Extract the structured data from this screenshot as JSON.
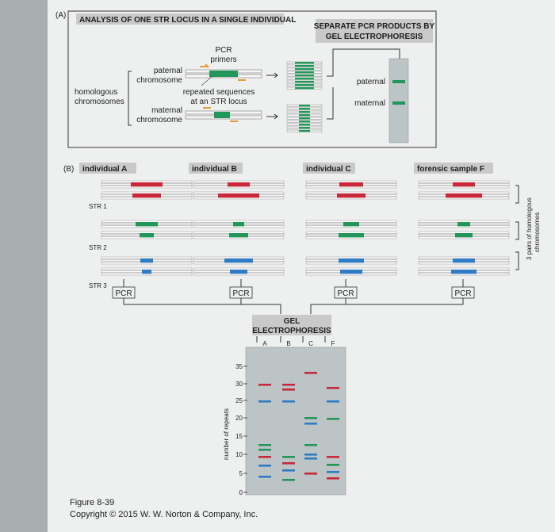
{
  "panel_a": {
    "label": "(A)",
    "title": "ANALYSIS OF ONE STR LOCUS IN A SINGLE INDIVIDUAL",
    "gel_title_1": "SEPARATE PCR PRODUCTS BY",
    "gel_title_2": "GEL ELECTROPHORESIS",
    "pcr_primers_1": "PCR",
    "pcr_primers_2": "primers",
    "paternal_chromosome_1": "paternal",
    "paternal_chromosome_2": "chromosome",
    "homologous_1": "homologous",
    "homologous_2": "chromosomes",
    "repeated_1": "repeated sequences",
    "repeated_2": "at an STR locus",
    "maternal_chromosome_1": "maternal",
    "maternal_chromosome_2": "chromosome",
    "paternal_band": "paternal",
    "maternal_band": "maternal"
  },
  "panel_b": {
    "label": "(B)",
    "columns": [
      "individual A",
      "individual B",
      "individual C",
      "forensic sample F"
    ],
    "str_labels": [
      "STR 1",
      "STR 2",
      "STR 3"
    ],
    "pcr_label": "PCR",
    "side_label_1": "3 pairs of homologous",
    "side_label_2": "chromosomes",
    "gel_label_1": "GEL",
    "gel_label_2": "ELECTROPHORESIS",
    "lane_labels": [
      "A",
      "B",
      "C",
      "F"
    ],
    "axis_label": "number of repeats",
    "axis_ticks": [
      "35",
      "30",
      "25",
      "20",
      "15",
      "10",
      "5",
      "0"
    ]
  },
  "caption": {
    "figure": "Figure 8-39",
    "copyright": "Copyright © 2015 W. W. Norton & Company, Inc."
  },
  "colors": {
    "str1": "#c8283a",
    "str2": "#23965a",
    "str3": "#2f7cc4",
    "gel": "#bcc4c6"
  }
}
